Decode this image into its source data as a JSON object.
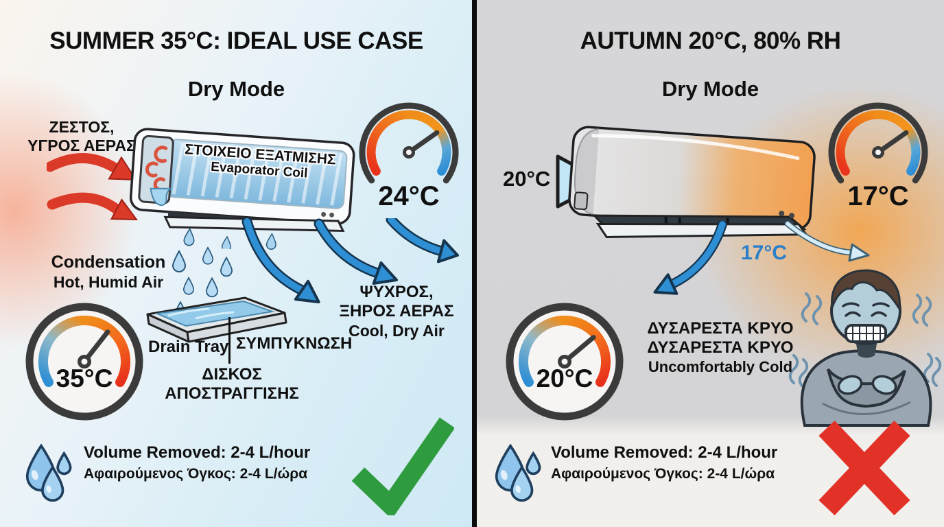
{
  "colors": {
    "check_green": "#2e9b3e",
    "cross_red": "#e23227",
    "gauge_red": "#e8321c",
    "gauge_orange": "#f08c1a",
    "gauge_blue": "#2f8fd4",
    "hot_arrow_red": "#dc3a28",
    "cool_text_blue": "#2b7fc9"
  },
  "left": {
    "title": "SUMMER 35°C: IDEAL USE CASE",
    "mode": "Dry Mode",
    "hot_air": {
      "line1": "ΖΕΣΤΟΣ,",
      "line2": "ΥΓΡΟΣ ΑΕΡΑΣ"
    },
    "evaporator": {
      "el": "ΣΤΟΙΧΕΙΟ ΕΞΑΤΜΙΣΗΣ",
      "en": "Evaporator Coil"
    },
    "outlet_gauge_value": "24°C",
    "condensation": {
      "line1": "Condensation",
      "line2": "Hot, Humid Air"
    },
    "room_gauge_value": "35°C",
    "drain_tray_en": "Drain Tray",
    "condensation_el": "ΣΥΜΠΥΚΝΩΣΗ",
    "drain_tray_el": {
      "line1": "ΔΙΣΚΟΣ",
      "line2": "ΑΠΟΣΤΡΑΓΓΙΣΗΣ"
    },
    "cool_air": {
      "line1": "ΨΥΧΡΟΣ,",
      "line2": "ΞΗΡΟΣ ΑΕΡΑΣ",
      "line3": "Cool, Dry Air"
    },
    "volume": {
      "en": "Volume Removed: 2-4 L/hour",
      "el": "Αφαιρούμενος Όγκος: 2-4 L/ώρα"
    }
  },
  "right": {
    "title": "AUTUMN 20°C, 80% RH",
    "mode": "Dry Mode",
    "inlet_temp": "20°C",
    "outlet_gauge_value": "17°C",
    "outlet_air_temp": "17°C",
    "cold": {
      "line1": "ΔΥΣΑΡΕΣΤΑ ΚΡΥΟ",
      "line2": "ΔΥΣΑΡΕΣΤΑ ΚΡΥΟ",
      "line3": "Uncomfortably Cold"
    },
    "room_gauge_value": "20°C",
    "volume": {
      "en": "Volume Removed: 2-4 L/hour",
      "el": "Αφαιρούμενος Όγκος: 2-4 L/ώρα"
    }
  }
}
